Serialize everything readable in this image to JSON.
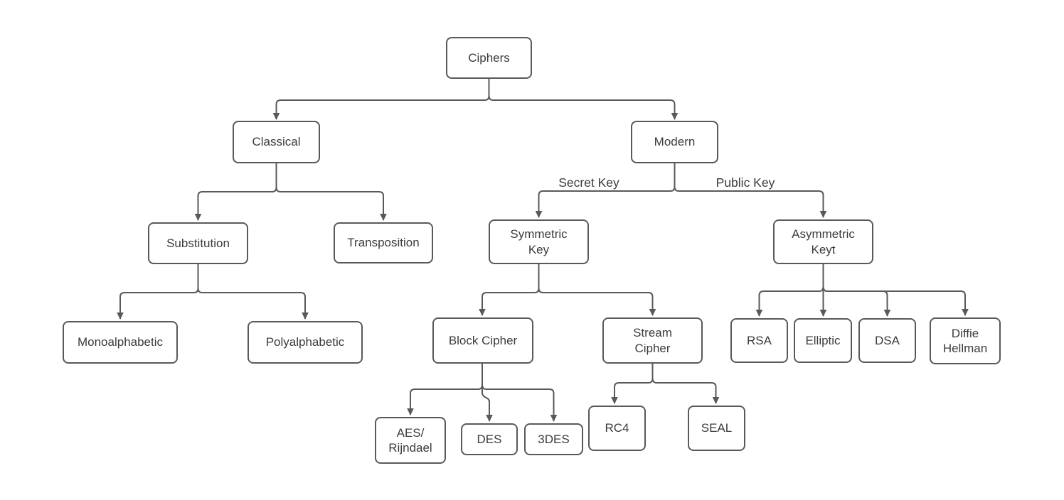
{
  "diagram_type": "flowchart-tree",
  "nodes": {
    "ciphers": {
      "label": "Ciphers"
    },
    "classical": {
      "label": "Classical"
    },
    "modern": {
      "label": "Modern"
    },
    "substitution": {
      "label": "Substitution"
    },
    "transposition": {
      "label": "Transposition"
    },
    "symmetric_key": {
      "label": "Symmetric\nKey"
    },
    "asymmetric_key": {
      "label": "Asymmetric\nKeyt"
    },
    "monoalphabetic": {
      "label": "Monoalphabetic"
    },
    "polyalphabetic": {
      "label": "Polyalphabetic"
    },
    "block_cipher": {
      "label": "Block Cipher"
    },
    "stream_cipher": {
      "label": "Stream\nCipher"
    },
    "aes_rijndael": {
      "label": "AES/\nRijndael"
    },
    "des": {
      "label": "DES"
    },
    "tdes": {
      "label": "3DES"
    },
    "rc4": {
      "label": "RC4"
    },
    "seal": {
      "label": "SEAL"
    },
    "rsa": {
      "label": "RSA"
    },
    "elliptic": {
      "label": "Elliptic"
    },
    "dsa": {
      "label": "DSA"
    },
    "diffie_hellman": {
      "label": "Diffie\nHellman"
    }
  },
  "edges": [
    {
      "from": "ciphers",
      "to": "classical",
      "label": ""
    },
    {
      "from": "ciphers",
      "to": "modern",
      "label": ""
    },
    {
      "from": "classical",
      "to": "substitution",
      "label": ""
    },
    {
      "from": "classical",
      "to": "transposition",
      "label": ""
    },
    {
      "from": "modern",
      "to": "symmetric_key",
      "label": "Secret Key"
    },
    {
      "from": "modern",
      "to": "asymmetric_key",
      "label": "Public Key"
    },
    {
      "from": "substitution",
      "to": "monoalphabetic",
      "label": ""
    },
    {
      "from": "substitution",
      "to": "polyalphabetic",
      "label": ""
    },
    {
      "from": "symmetric_key",
      "to": "block_cipher",
      "label": ""
    },
    {
      "from": "symmetric_key",
      "to": "stream_cipher",
      "label": ""
    },
    {
      "from": "block_cipher",
      "to": "aes_rijndael",
      "label": ""
    },
    {
      "from": "block_cipher",
      "to": "des",
      "label": ""
    },
    {
      "from": "block_cipher",
      "to": "tdes",
      "label": ""
    },
    {
      "from": "stream_cipher",
      "to": "rc4",
      "label": ""
    },
    {
      "from": "stream_cipher",
      "to": "seal",
      "label": ""
    },
    {
      "from": "asymmetric_key",
      "to": "rsa",
      "label": ""
    },
    {
      "from": "asymmetric_key",
      "to": "elliptic",
      "label": ""
    },
    {
      "from": "asymmetric_key",
      "to": "dsa",
      "label": ""
    },
    {
      "from": "asymmetric_key",
      "to": "diffie_hellman",
      "label": ""
    }
  ],
  "colors": {
    "node_border": "#595959",
    "connector": "#595959",
    "text": "#3b3b3b",
    "background": "#ffffff"
  }
}
